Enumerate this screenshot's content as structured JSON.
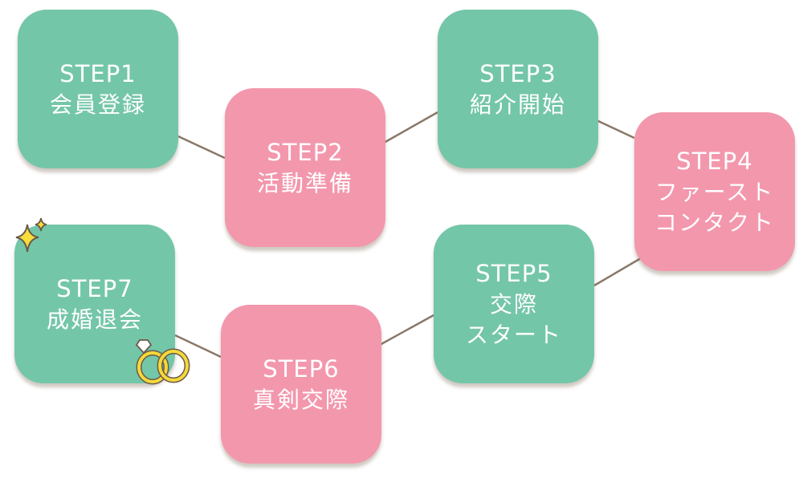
{
  "steps": [
    {
      "num": "STEP1",
      "label": "会員登録",
      "color": "#74c6a9"
    },
    {
      "num": "STEP2",
      "label": "活動準備",
      "color": "#f397ad"
    },
    {
      "num": "STEP3",
      "label": "紹介開始",
      "color": "#74c6a9"
    },
    {
      "num": "STEP4",
      "label": "ファースト\nコンタクト",
      "color": "#f397ad"
    },
    {
      "num": "STEP5",
      "label": "交際\nスタート",
      "color": "#74c6a9"
    },
    {
      "num": "STEP6",
      "label": "真剣交際",
      "color": "#f397ad"
    },
    {
      "num": "STEP7",
      "label": "成婚退会",
      "color": "#74c6a9"
    }
  ],
  "connector_color": "#8a7868"
}
